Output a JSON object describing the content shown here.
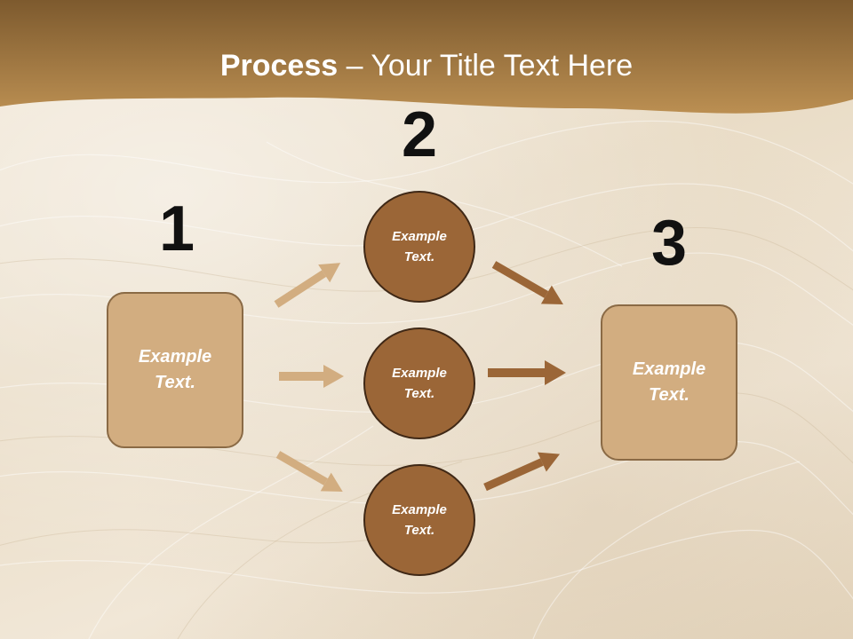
{
  "slide": {
    "title_bold": "Process",
    "title_rest": " – Your Title Text Here"
  },
  "steps": {
    "one": "1",
    "two": "2",
    "three": "3"
  },
  "left_box": {
    "line1": "Example",
    "line2": "Text."
  },
  "right_box": {
    "line1": "Example",
    "line2": "Text."
  },
  "circles": [
    {
      "line1": "Example",
      "line2": "Text."
    },
    {
      "line1": "Example",
      "line2": "Text."
    },
    {
      "line1": "Example",
      "line2": "Text."
    }
  ],
  "colors": {
    "header": "#a57a45",
    "box_fill": "#d2ad80",
    "circle_fill": "#9b6637",
    "arrow_light": "#d2ad80",
    "arrow_dark": "#9b6637"
  }
}
